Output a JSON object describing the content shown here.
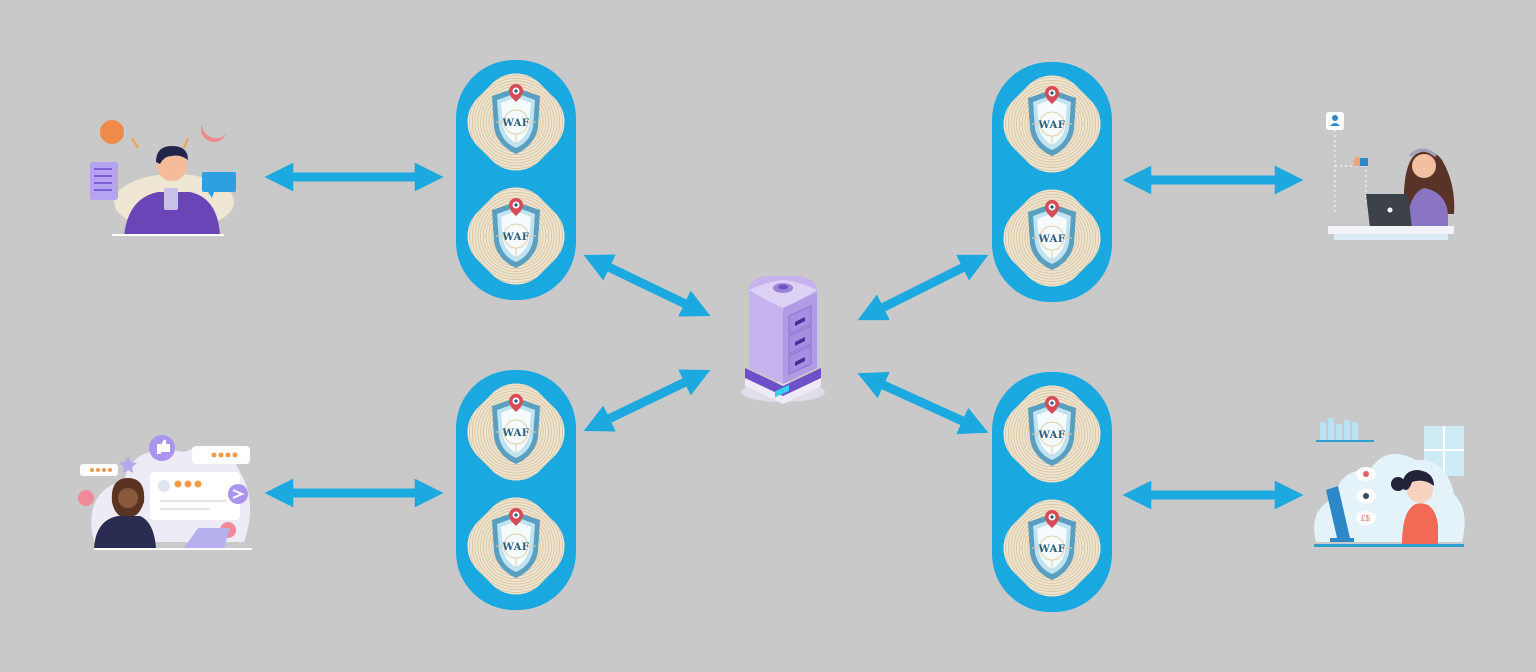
{
  "diagram": {
    "type": "network-architecture",
    "background_color": "#c9c9c9",
    "arrow_color": "#1ba9df",
    "capsule_color": "#1aa8e0",
    "center_node": {
      "name": "server",
      "icon": "server-cabinet-icon",
      "color": "#b9a3e6"
    },
    "waf_groups": [
      {
        "id": "top-left",
        "nodes": [
          {
            "label": "WAF"
          },
          {
            "label": "WAF"
          }
        ]
      },
      {
        "id": "bottom-left",
        "nodes": [
          {
            "label": "WAF"
          },
          {
            "label": "WAF"
          }
        ]
      },
      {
        "id": "top-right",
        "nodes": [
          {
            "label": "WAF"
          },
          {
            "label": "WAF"
          }
        ]
      },
      {
        "id": "bottom-right",
        "nodes": [
          {
            "label": "WAF"
          },
          {
            "label": "WAF"
          }
        ]
      }
    ],
    "clients": [
      {
        "id": "top-left",
        "icon": "man-with-phone-illustration"
      },
      {
        "id": "bottom-left",
        "icon": "woman-reviewing-ratings-illustration"
      },
      {
        "id": "top-right",
        "icon": "woman-with-headset-laptop-illustration"
      },
      {
        "id": "bottom-right",
        "icon": "woman-at-computer-illustration"
      }
    ],
    "connections": [
      {
        "from": "client top-left",
        "to": "waf top-left",
        "bidirectional": true
      },
      {
        "from": "client bottom-left",
        "to": "waf bottom-left",
        "bidirectional": true
      },
      {
        "from": "client top-right",
        "to": "waf top-right",
        "bidirectional": true
      },
      {
        "from": "client bottom-right",
        "to": "waf bottom-right",
        "bidirectional": true
      },
      {
        "from": "waf top-left",
        "to": "server",
        "bidirectional": true
      },
      {
        "from": "waf bottom-left",
        "to": "server",
        "bidirectional": true
      },
      {
        "from": "waf top-right",
        "to": "server",
        "bidirectional": true
      },
      {
        "from": "waf bottom-right",
        "to": "server",
        "bidirectional": true
      }
    ]
  }
}
